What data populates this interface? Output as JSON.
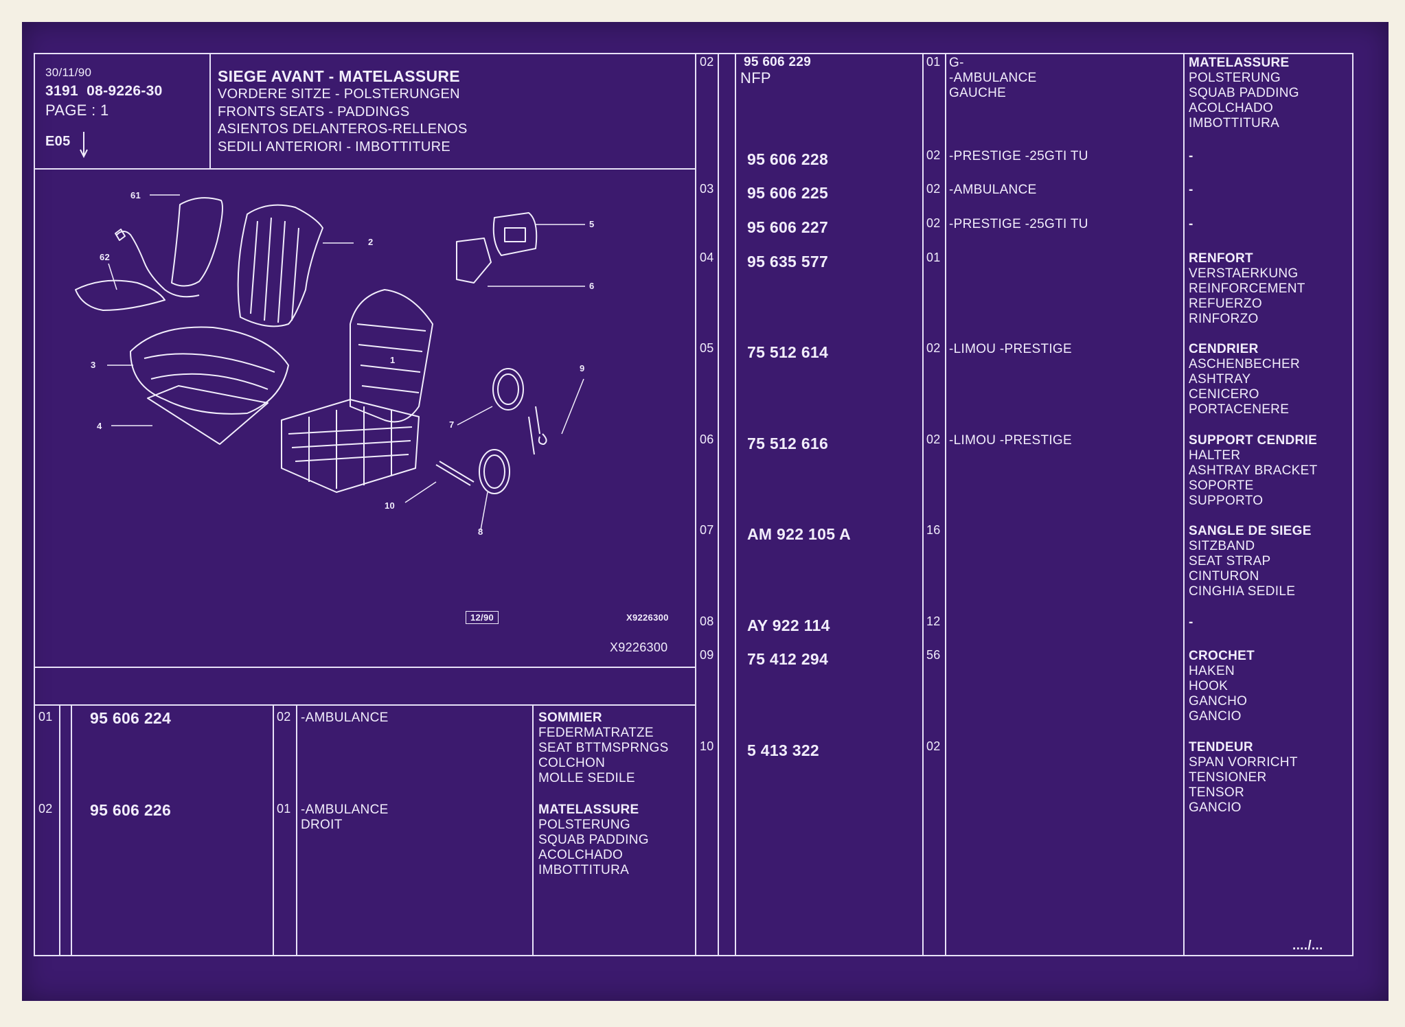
{
  "header": {
    "date": "30/11/90",
    "code": "3191  08-9226-30",
    "page": "PAGE : 1",
    "section": "E05",
    "title": "SIEGE AVANT - MATELASSURE",
    "subtitles": [
      "VORDERE SITZE - POLSTERUNGEN",
      "FRONTS SEATS - PADDINGS",
      "ASIENTOS DELANTEROS-RELLENOS",
      "SEDILI ANTERIORI - IMBOTTITURE"
    ]
  },
  "diagram": {
    "callouts": [
      "61",
      "62",
      "2",
      "3",
      "4",
      "1",
      "5",
      "6",
      "7",
      "8",
      "9",
      "10"
    ],
    "date_box": "12/90",
    "ref_small": "X9226300",
    "ref_large": "X9226300"
  },
  "bottom_table": {
    "rows": [
      {
        "item": "01",
        "ref": "95 606 224",
        "qty": "02",
        "version": [
          "-AMBULANCE"
        ],
        "designation": [
          "SOMMIER",
          "FEDERMATRATZE",
          "SEAT BTTMSPRNGS",
          "COLCHON",
          "MOLLE SEDILE"
        ]
      },
      {
        "item": "02",
        "ref": "95 606 226",
        "qty": "01",
        "version": [
          "-AMBULANCE",
          "DROIT"
        ],
        "designation": [
          "MATELASSURE",
          "POLSTERUNG",
          "SQUAB PADDING",
          "ACOLCHADO",
          "IMBOTTITURA"
        ]
      }
    ]
  },
  "right_table": {
    "rows": [
      {
        "item": "02",
        "ref": "95 606 229",
        "ref_note": "NFP",
        "qty": "01",
        "version": [
          "G-",
          "-AMBULANCE",
          "GAUCHE"
        ],
        "designation": [
          "MATELASSURE",
          "POLSTERUNG",
          "SQUAB PADDING",
          "ACOLCHADO",
          "IMBOTTITURA"
        ]
      },
      {
        "item": "",
        "ref": "95 606 228",
        "ref_note": "",
        "qty": "02",
        "version": [
          "-PRESTIGE -25GTI TU"
        ],
        "designation": [
          "-"
        ]
      },
      {
        "item": "03",
        "ref": "95 606 225",
        "ref_note": "",
        "qty": "02",
        "version": [
          "-AMBULANCE"
        ],
        "designation": [
          "-"
        ]
      },
      {
        "item": "",
        "ref": "95 606 227",
        "ref_note": "",
        "qty": "02",
        "version": [
          "-PRESTIGE -25GTI TU"
        ],
        "designation": [
          "-"
        ]
      },
      {
        "item": "04",
        "ref": "95 635 577",
        "ref_note": "",
        "qty": "01",
        "version": [],
        "designation": [
          "RENFORT",
          "VERSTAERKUNG",
          "REINFORCEMENT",
          "REFUERZO",
          "RINFORZO"
        ]
      },
      {
        "item": "05",
        "ref": "75 512 614",
        "ref_note": "",
        "qty": "02",
        "version": [
          "-LIMOU -PRESTIGE"
        ],
        "designation": [
          "CENDRIER",
          "ASCHENBECHER",
          "ASHTRAY",
          "CENICERO",
          "PORTACENERE"
        ]
      },
      {
        "item": "06",
        "ref": "75 512 616",
        "ref_note": "",
        "qty": "02",
        "version": [
          "-LIMOU -PRESTIGE"
        ],
        "designation": [
          "SUPPORT CENDRIE",
          "HALTER",
          "ASHTRAY BRACKET",
          "SOPORTE",
          "SUPPORTO"
        ]
      },
      {
        "item": "07",
        "ref": "AM 922 105 A",
        "ref_note": "",
        "qty": "16",
        "version": [],
        "designation": [
          "SANGLE DE SIEGE",
          "SITZBAND",
          "SEAT STRAP",
          "CINTURON",
          "CINGHIA SEDILE"
        ]
      },
      {
        "item": "08",
        "ref": "AY 922 114",
        "ref_note": "",
        "qty": "12",
        "version": [],
        "designation": [
          "-"
        ]
      },
      {
        "item": "09",
        "ref": "75 412 294",
        "ref_note": "",
        "qty": "56",
        "version": [],
        "designation": [
          "CROCHET",
          "HAKEN",
          "HOOK",
          "GANCHO",
          "GANCIO"
        ]
      },
      {
        "item": "10",
        "ref": "5 413 322",
        "ref_note": "",
        "qty": "02",
        "version": [],
        "designation": [
          "TENDEUR",
          "SPAN VORRICHT",
          "TENSIONER",
          "TENSOR",
          "GANCIO"
        ]
      }
    ]
  },
  "footer": {
    "continuation": "..../..."
  },
  "colors": {
    "sheet": "#3c1a6e",
    "ink": "#f2eefc",
    "margin": "#f4f0e4"
  }
}
